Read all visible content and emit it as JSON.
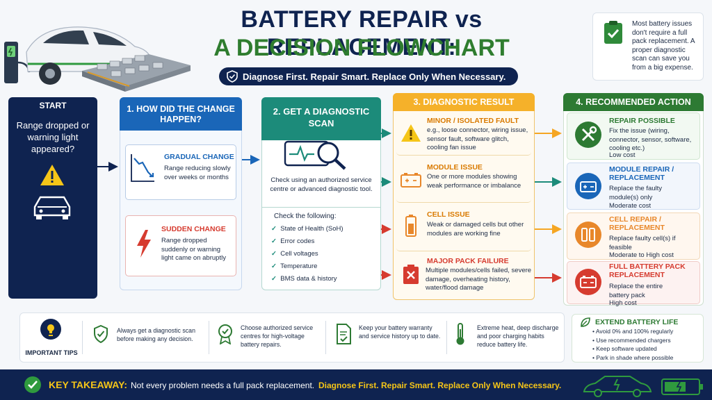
{
  "title_line1": "BATTERY REPAIR vs REPLACEMENT:",
  "title_line2": "A DECISION FLOWCHART",
  "subtitle": "Diagnose First. Repair Smart. Replace Only When Necessary.",
  "top_tip": "Most battery issues don't require a full pack replacement. A proper diagnostic scan can save you from a big expense.",
  "start": {
    "tag": "START",
    "question": "Range dropped or warning light appeared?"
  },
  "col1": {
    "heading": "1. HOW DID THE CHANGE HAPPEN?",
    "gradual_title": "GRADUAL CHANGE",
    "gradual_text": "Range reducing slowly over weeks or months",
    "sudden_title": "SUDDEN CHANGE",
    "sudden_text": "Range dropped suddenly or warning light came on abruptly"
  },
  "col2": {
    "heading": "2. GET A DIAGNOSTIC SCAN",
    "scan_text": "Check using an authorized service centre or advanced diagnostic tool.",
    "check_heading": "Check the following:",
    "checks": [
      "State of Health (SoH)",
      "Error codes",
      "Cell voltages",
      "Temperature",
      "BMS data & history"
    ]
  },
  "col3": {
    "heading": "3. DIAGNOSTIC RESULT",
    "results": [
      {
        "title": "MINOR / ISOLATED FAULT",
        "text": "e.g., loose connector, wiring issue, sensor fault, software glitch, cooling fan issue"
      },
      {
        "title": "MODULE ISSUE",
        "text": "One or more modules showing weak performance or imbalance"
      },
      {
        "title": "CELL ISSUE",
        "text": "Weak or damaged cells but other modules are working fine"
      },
      {
        "title": "MAJOR PACK FAILURE",
        "text": "Multiple modules/cells failed, severe damage, overheating history, water/flood damage"
      }
    ]
  },
  "col4": {
    "heading": "4. RECOMMENDED ACTION",
    "actions": [
      {
        "title": "REPAIR POSSIBLE",
        "text": "Fix the issue (wiring, connector, sensor, software, cooling etc.)",
        "cost": "Low cost"
      },
      {
        "title": "MODULE REPAIR / REPLACEMENT",
        "text": "Replace the faulty module(s) only",
        "cost": "Moderate cost"
      },
      {
        "title": "CELL REPAIR / REPLACEMENT",
        "text": "Replace faulty cell(s) if feasible",
        "cost": "Moderate to High cost"
      },
      {
        "title": "FULL BATTERY PACK REPLACEMENT",
        "text": "Replace the entire battery pack",
        "cost": "High cost"
      }
    ]
  },
  "tips": {
    "label": "IMPORTANT TIPS",
    "items": [
      "Always get a diagnostic scan before making any decision.",
      "Choose authorized service centres for high-voltage battery repairs.",
      "Keep your battery warranty and service history up to date.",
      "Extreme heat, deep discharge and poor charging habits reduce battery life."
    ]
  },
  "extend": {
    "heading": "EXTEND BATTERY LIFE",
    "items": [
      "Avoid 0% and 100% regularly",
      "Use recommended chargers",
      "Keep software updated",
      "Park in shade where possible"
    ]
  },
  "takeaway": {
    "label": "KEY TAKEAWAY:",
    "text": "Not every problem needs a full pack replacement.",
    "highlight": "Diagnose First. Repair Smart. Replace Only When Necessary."
  },
  "colors": {
    "navy": "#0f2350",
    "green": "#2f7d2f",
    "blue": "#1a66b8",
    "teal": "#1c8b7a",
    "amber": "#f5b12a",
    "red": "#d63b2f",
    "orange": "#e8872a",
    "yellow": "#f5c518"
  }
}
